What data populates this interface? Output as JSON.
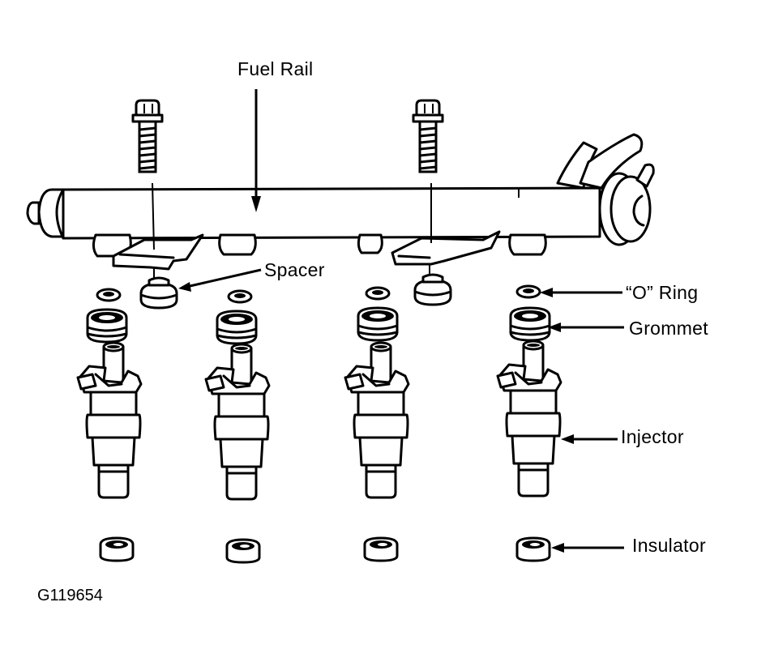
{
  "diagram": {
    "title": "Fuel rail and injector assembly (exploded view)",
    "figure_id": "G119654",
    "labels": {
      "fuel_rail": "Fuel Rail",
      "spacer": "Spacer",
      "o_ring": "“O” Ring",
      "grommet": "Grommet",
      "injector": "Injector",
      "insulator": "Insulator"
    },
    "injector_count": 4,
    "bolt_count": 2,
    "colors": {
      "ink": "#000000",
      "paper": "#ffffff"
    }
  }
}
